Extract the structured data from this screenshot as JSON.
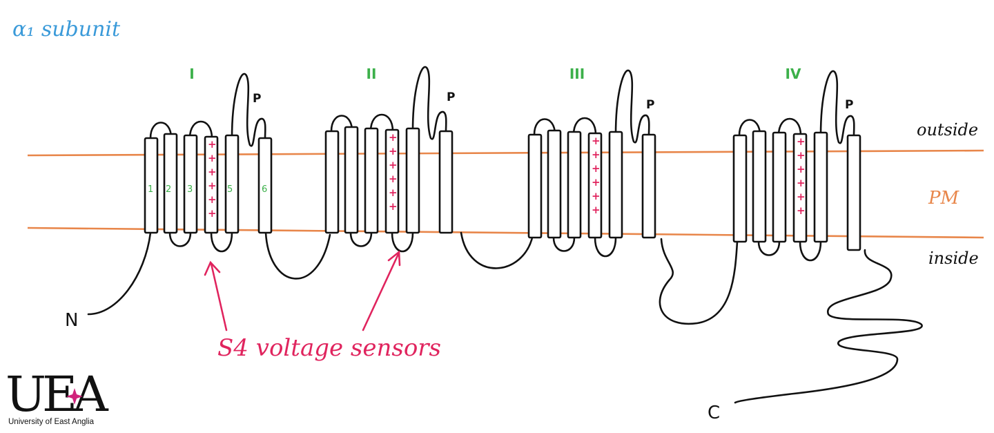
{
  "title": "α₁ subunit",
  "domains": [
    {
      "label": "I"
    },
    {
      "label": "II"
    },
    {
      "label": "III"
    },
    {
      "label": "IV"
    }
  ],
  "segment_numbers": [
    "1",
    "2",
    "3",
    "5",
    "6"
  ],
  "pore_label": "P",
  "side_labels": {
    "outside": "outside",
    "membrane": "PM",
    "inside": "inside"
  },
  "termini": {
    "n": "N",
    "c": "C"
  },
  "annotation": "S4 voltage sensors",
  "logo": {
    "mark": "UEA",
    "name": "University of East Anglia"
  },
  "colors": {
    "title": "#3a9ad9",
    "domain_label": "#3cb04a",
    "membrane": "#e8864a",
    "sensor": "#e0245e",
    "ink": "#111111"
  }
}
